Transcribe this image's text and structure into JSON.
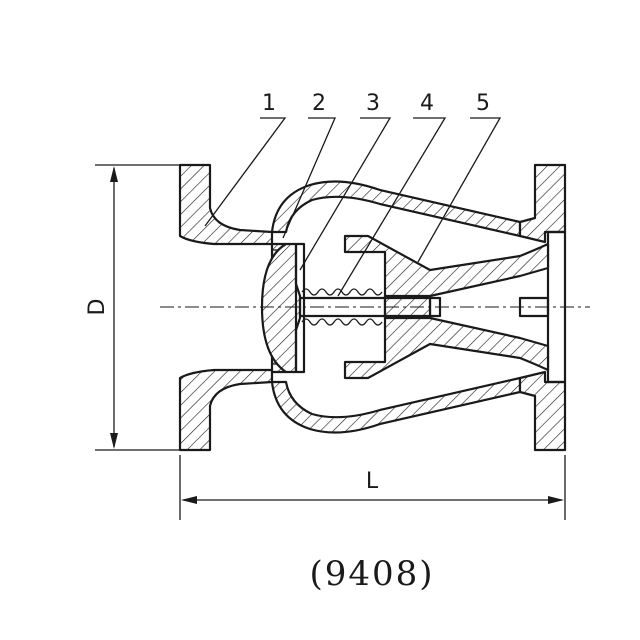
{
  "callouts": [
    {
      "number": "1"
    },
    {
      "number": "2"
    },
    {
      "number": "3"
    },
    {
      "number": "4"
    },
    {
      "number": "5"
    }
  ],
  "dimensions": {
    "height_label": "D",
    "length_label": "L"
  },
  "caption": "(9408)"
}
